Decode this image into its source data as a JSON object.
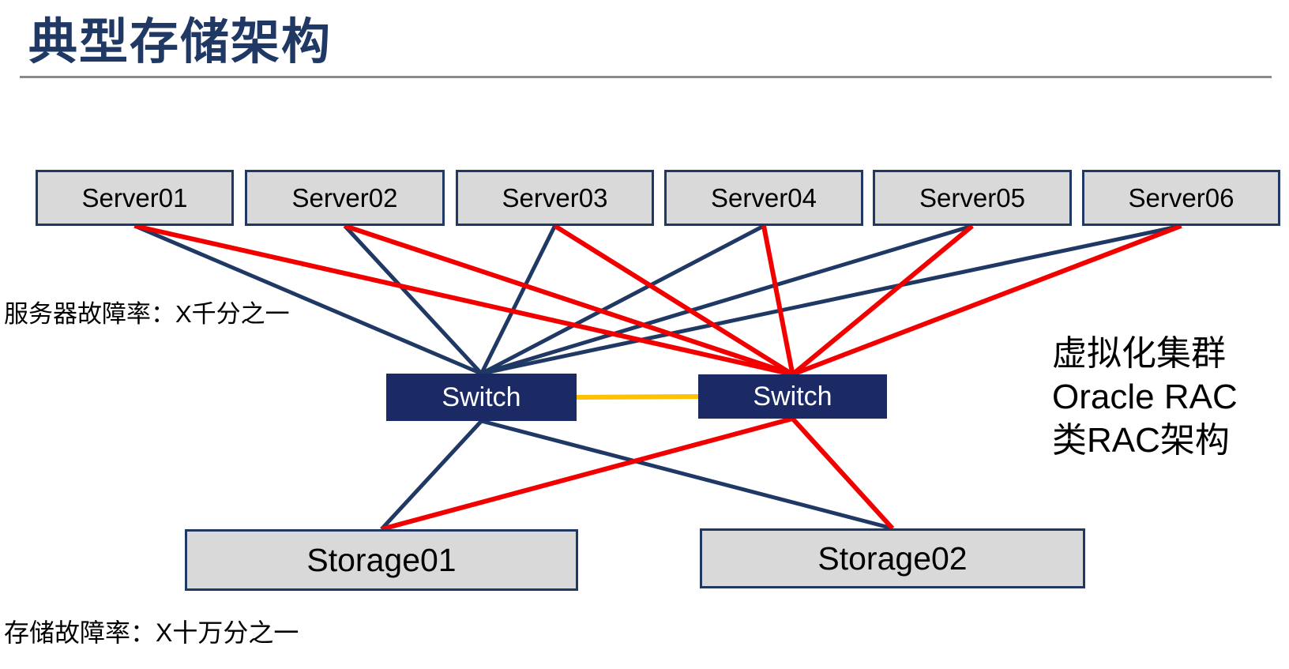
{
  "title": "典型存储架构",
  "colors": {
    "navy": "#1F3864",
    "red": "#F20000",
    "orange": "#FFC000",
    "box_fill": "#D9D9D9",
    "switch_fill": "#1B2A64",
    "divider_gray": "#8A8A8A",
    "text": "#000000"
  },
  "servers": [
    {
      "label": "Server01"
    },
    {
      "label": "Server02"
    },
    {
      "label": "Server03"
    },
    {
      "label": "Server04"
    },
    {
      "label": "Server05"
    },
    {
      "label": "Server06"
    }
  ],
  "switches": [
    {
      "label": "Switch"
    },
    {
      "label": "Switch"
    }
  ],
  "storages": [
    {
      "label": "Storage01"
    },
    {
      "label": "Storage02"
    }
  ],
  "annotations": {
    "server_failure_rate": "服务器故障率：X千分之一",
    "storage_failure_rate": "存储故障率：X十万分之一",
    "cluster_note_lines": [
      "虚拟化集群",
      "Oracle RAC",
      "类RAC架构"
    ]
  },
  "diagram": {
    "edges": [
      {
        "from": "server-1",
        "to": "switch-1",
        "from_anchor": "bottom",
        "to_anchor": "top",
        "color": "navy",
        "width": 5
      },
      {
        "from": "server-2",
        "to": "switch-1",
        "from_anchor": "bottom",
        "to_anchor": "top",
        "color": "navy",
        "width": 5
      },
      {
        "from": "server-3",
        "to": "switch-1",
        "from_anchor": "bottom",
        "to_anchor": "top",
        "color": "navy",
        "width": 5
      },
      {
        "from": "server-4",
        "to": "switch-1",
        "from_anchor": "bottom",
        "to_anchor": "top",
        "color": "navy",
        "width": 5
      },
      {
        "from": "server-5",
        "to": "switch-1",
        "from_anchor": "bottom",
        "to_anchor": "top",
        "color": "navy",
        "width": 5
      },
      {
        "from": "server-6",
        "to": "switch-1",
        "from_anchor": "bottom",
        "to_anchor": "top",
        "color": "navy",
        "width": 5
      },
      {
        "from": "switch-1",
        "to": "storage-1",
        "from_anchor": "bottom",
        "to_anchor": "top",
        "color": "navy",
        "width": 5
      },
      {
        "from": "switch-1",
        "to": "storage-2",
        "from_anchor": "bottom",
        "to_anchor": "top",
        "color": "navy",
        "width": 5
      },
      {
        "from": "server-1",
        "to": "switch-2",
        "from_anchor": "bottom",
        "to_anchor": "top",
        "color": "red",
        "width": 6
      },
      {
        "from": "server-2",
        "to": "switch-2",
        "from_anchor": "bottom",
        "to_anchor": "top",
        "color": "red",
        "width": 6
      },
      {
        "from": "server-3",
        "to": "switch-2",
        "from_anchor": "bottom",
        "to_anchor": "top",
        "color": "red",
        "width": 6
      },
      {
        "from": "server-4",
        "to": "switch-2",
        "from_anchor": "bottom",
        "to_anchor": "top",
        "color": "red",
        "width": 6
      },
      {
        "from": "server-5",
        "to": "switch-2",
        "from_anchor": "bottom",
        "to_anchor": "top",
        "color": "red",
        "width": 6
      },
      {
        "from": "server-6",
        "to": "switch-2",
        "from_anchor": "bottom",
        "to_anchor": "top",
        "color": "red",
        "width": 6
      },
      {
        "from": "switch-2",
        "to": "storage-1",
        "from_anchor": "bottom",
        "to_anchor": "top",
        "color": "red",
        "width": 6
      },
      {
        "from": "switch-2",
        "to": "storage-2",
        "from_anchor": "bottom",
        "to_anchor": "top",
        "color": "red",
        "width": 6
      },
      {
        "from": "switch-1",
        "to": "switch-2",
        "from_anchor": "right",
        "to_anchor": "left",
        "color": "orange",
        "width": 6
      }
    ]
  }
}
